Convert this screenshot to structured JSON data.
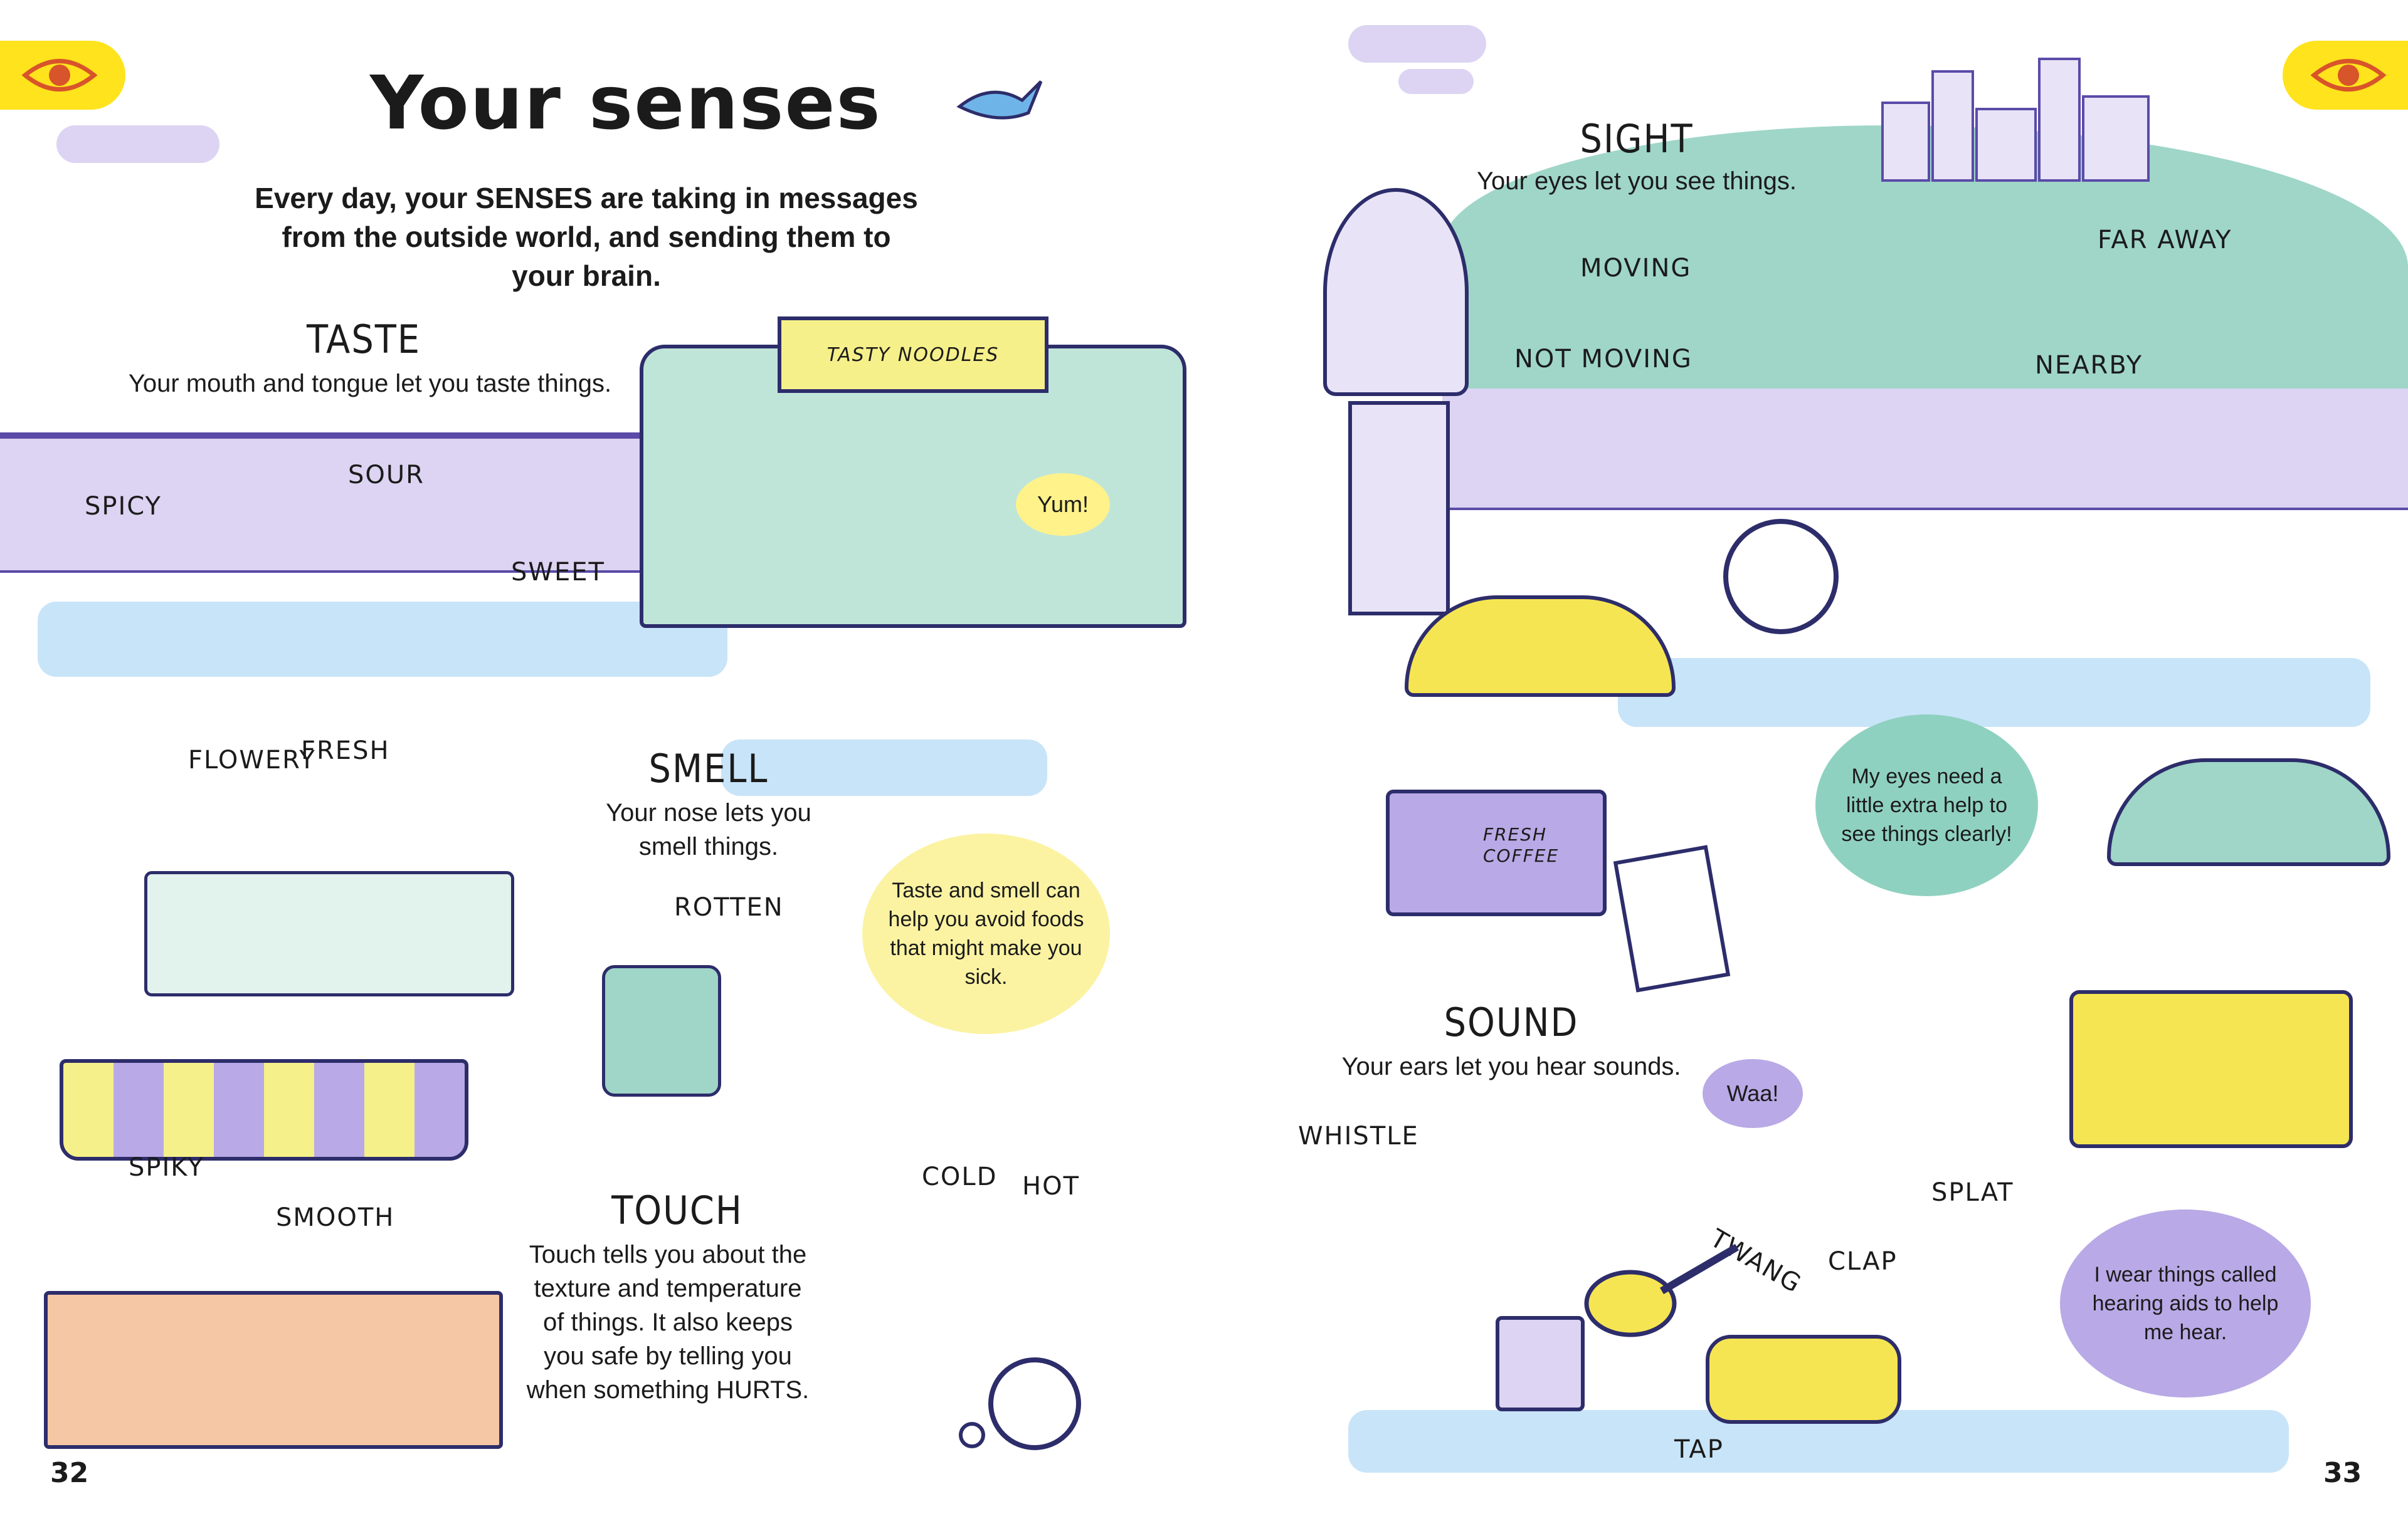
{
  "page": {
    "title": "Your senses",
    "intro": "Every day, your SENSES are taking in messages from the outside world, and sending them to your brain.",
    "page_left": "32",
    "page_right": "33"
  },
  "colors": {
    "accent_yellow": "#ffe31c",
    "lilac": "#dcd4f2",
    "purple": "#5a4ba8",
    "mint": "#9fd6c8",
    "sky": "#c8e4f8"
  },
  "icons": {
    "tab_left": "eye-icon",
    "tab_right": "eye-icon"
  },
  "taste": {
    "heading": "TASTE",
    "description": "Your mouth and tongue let you taste things.",
    "labels": {
      "spicy": "SPICY",
      "sour": "SOUR",
      "sweet": "SWEET"
    },
    "sign": "TASTY NOODLES",
    "speech": "Yum!"
  },
  "smell": {
    "heading": "SMELL",
    "description": "Your nose lets you smell things.",
    "labels": {
      "flowery": "FLOWERY",
      "fresh": "FRESH",
      "rotten": "ROTTEN"
    },
    "bubble": "Taste and smell can help you avoid foods that might make you sick."
  },
  "touch": {
    "heading": "TOUCH",
    "description": "Touch tells you about the texture and temperature of things. It also keeps you safe by telling you when something HURTS.",
    "labels": {
      "spiky": "SPIKY",
      "smooth": "SMOOTH",
      "cold": "COLD",
      "hot": "HOT"
    }
  },
  "sight": {
    "heading": "SIGHT",
    "description": "Your eyes let you see things.",
    "labels": {
      "moving": "MOVING",
      "not_moving": "NOT MOVING",
      "far_away": "FAR AWAY",
      "nearby": "NEARBY"
    },
    "coffee_sign": "FRESH COFFEE",
    "bubble": "My eyes need a little extra help to see things clearly!"
  },
  "sound": {
    "heading": "SOUND",
    "description": "Your ears let you hear sounds.",
    "labels": {
      "whistle": "WHISTLE",
      "twang": "TWANG",
      "clap": "CLAP",
      "tap": "TAP",
      "splat": "SPLAT"
    },
    "speech": "Waa!",
    "bubble": "I wear things called hearing aids to help me hear."
  }
}
